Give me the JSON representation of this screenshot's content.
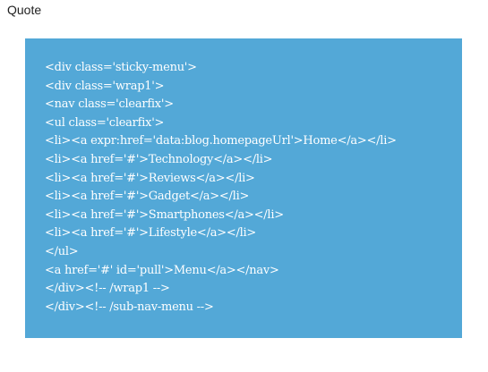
{
  "label": "Quote",
  "colors": {
    "quote_background": "#53a8d7",
    "quote_text": "#ffffff",
    "label_text": "#222222"
  },
  "quote": {
    "lines": [
      "<div class='sticky-menu'>",
      "<div class='wrap1'>",
      "<nav class='clearfix'>",
      "<ul class='clearfix'>",
      "<li><a expr:href='data:blog.homepageUrl'>Home</a></li>",
      "<li><a href='#'>Technology</a></li>",
      "<li><a href='#'>Reviews</a></li>",
      "<li><a href='#'>Gadget</a></li>",
      "<li><a href='#'>Smartphones</a></li>",
      "<li><a href='#'>Lifestyle</a></li>",
      "</ul>",
      "<a href='#' id='pull'>Menu</a></nav>",
      "</div><!-- /wrap1 -->",
      "</div><!-- /sub-nav-menu -->"
    ]
  }
}
